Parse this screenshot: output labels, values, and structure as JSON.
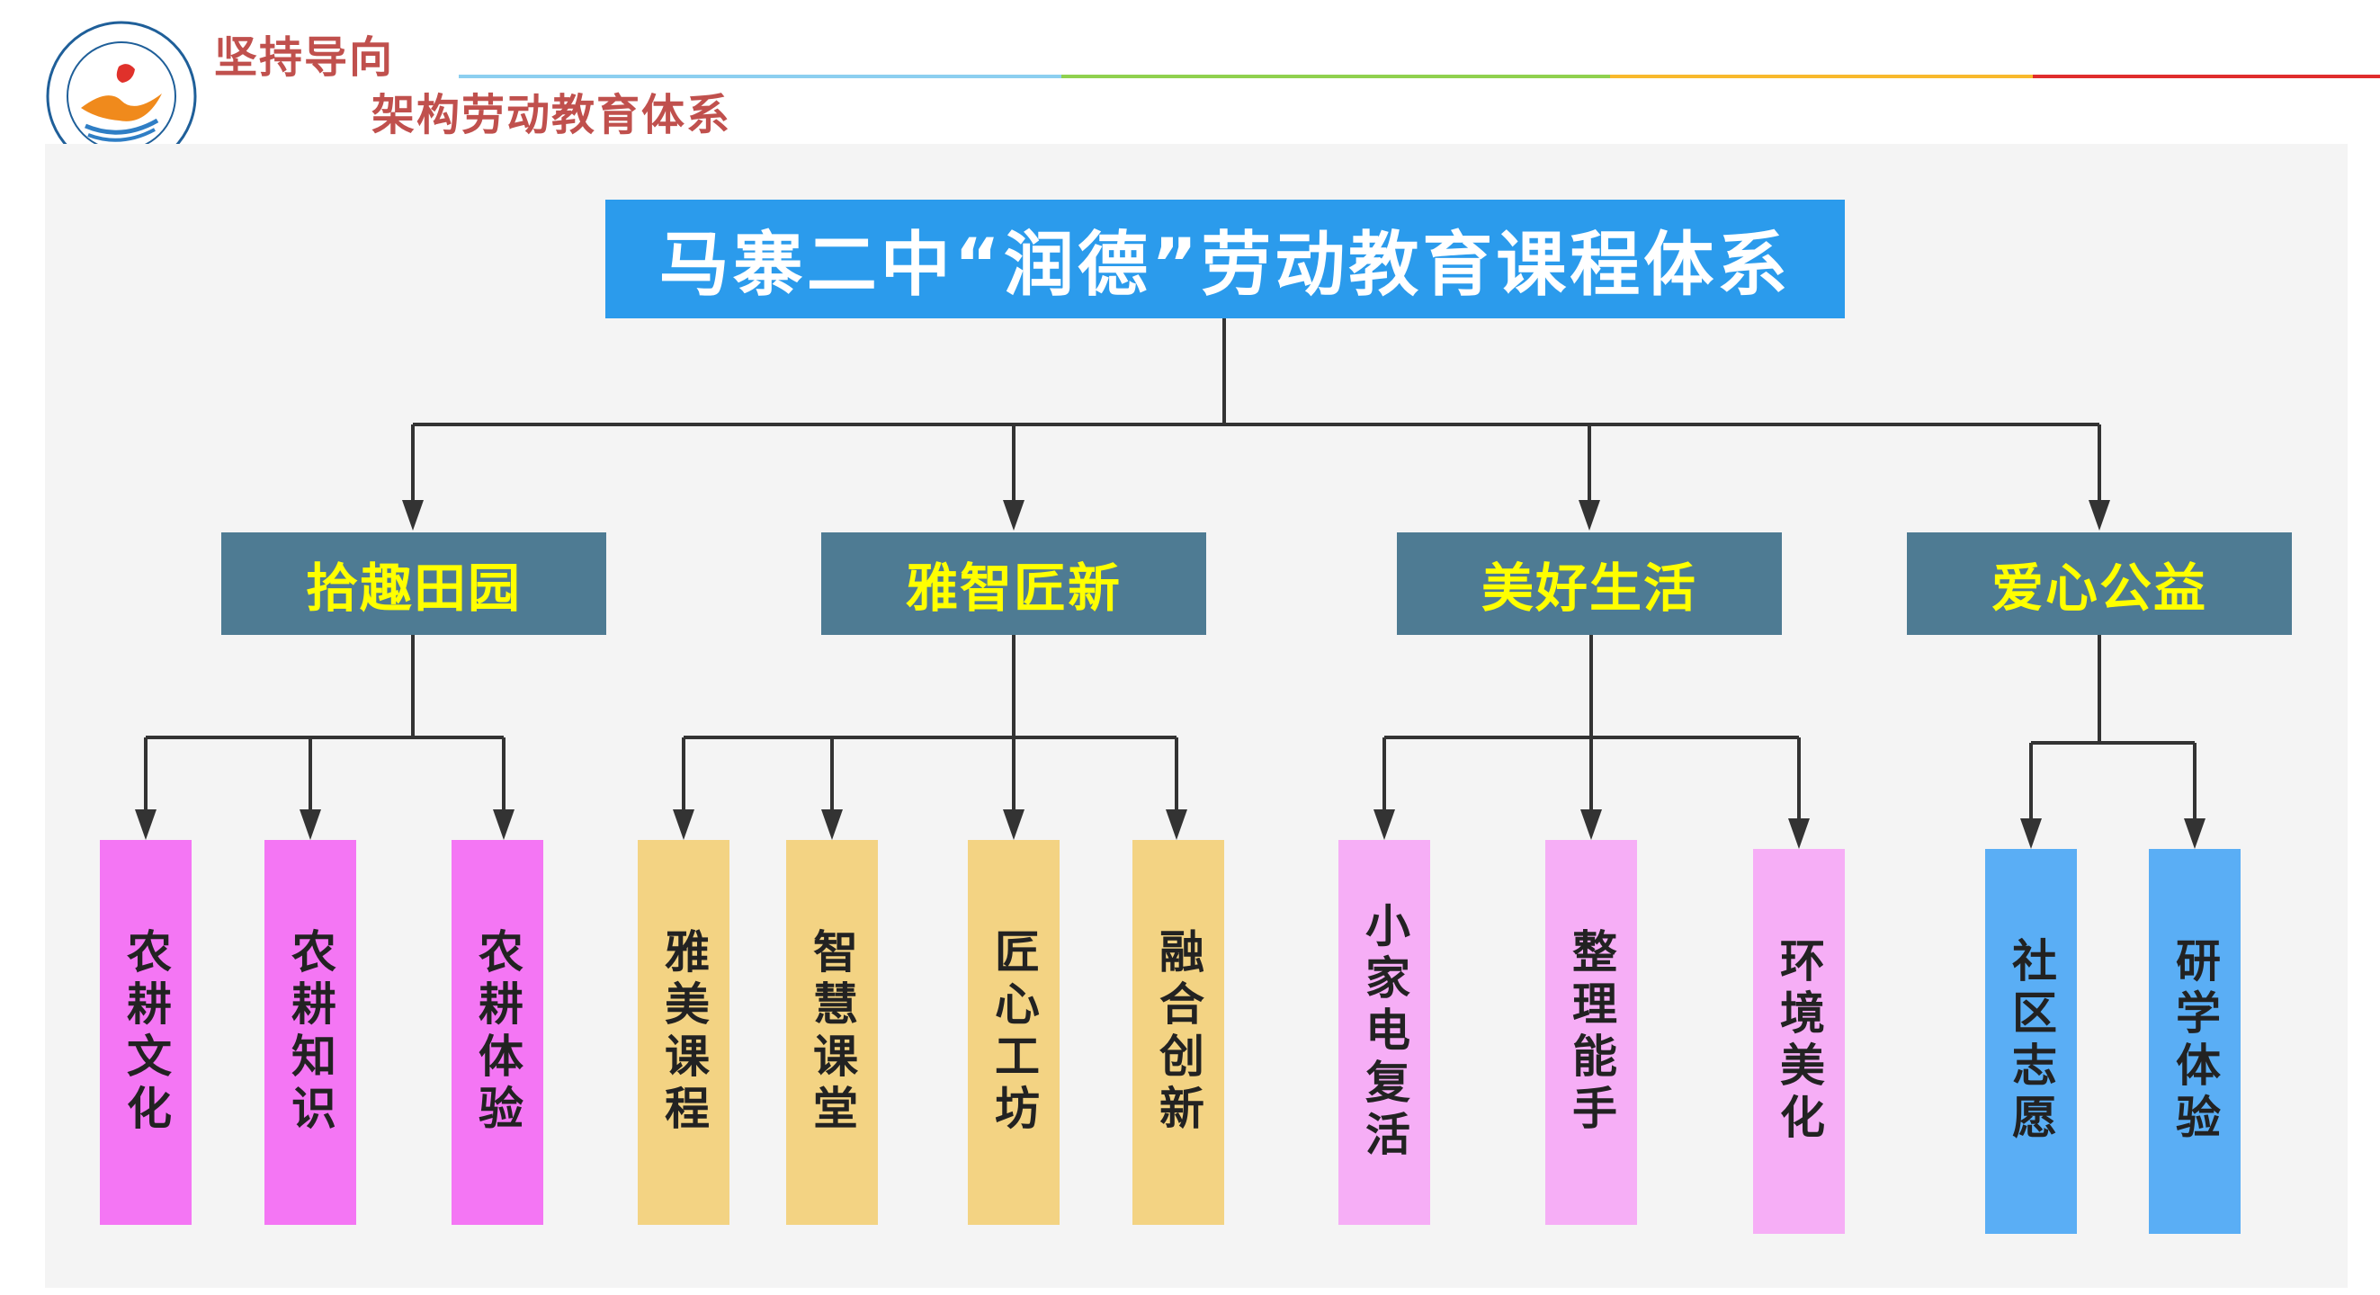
{
  "header": {
    "title_line1": "坚持导向",
    "title_line2": "架构劳动教育体系"
  },
  "logo": {
    "icon": "school-emblem-icon"
  },
  "diagram": {
    "root": "马寨二中“润德”劳动教育课程体系",
    "categories": [
      {
        "label": "拾趣田园",
        "leaves": [
          "农耕文化",
          "农耕知识",
          "农耕体验"
        ]
      },
      {
        "label": "雅智匠新",
        "leaves": [
          "雅美课程",
          "智慧课堂",
          "匠心工坊",
          "融合创新"
        ]
      },
      {
        "label": "美好生活",
        "leaves": [
          "小家电复活",
          "整理能手",
          "环境美化"
        ]
      },
      {
        "label": "爱心公益",
        "leaves": [
          "社区志愿",
          "研学体验"
        ]
      }
    ]
  },
  "colors": {
    "header_text": "#c0504d",
    "root_box": "#2b9bec",
    "category_box": "#4e7b93",
    "category_text": "#ffff00",
    "leaf_magenta": "#f476f4",
    "leaf_yellow": "#f3d383",
    "leaf_pink": "#f6aef6",
    "leaf_blue": "#5aaef5",
    "deco_lines": [
      "#8ccff0",
      "#8fd14f",
      "#f8b92c",
      "#e02d2d"
    ]
  }
}
